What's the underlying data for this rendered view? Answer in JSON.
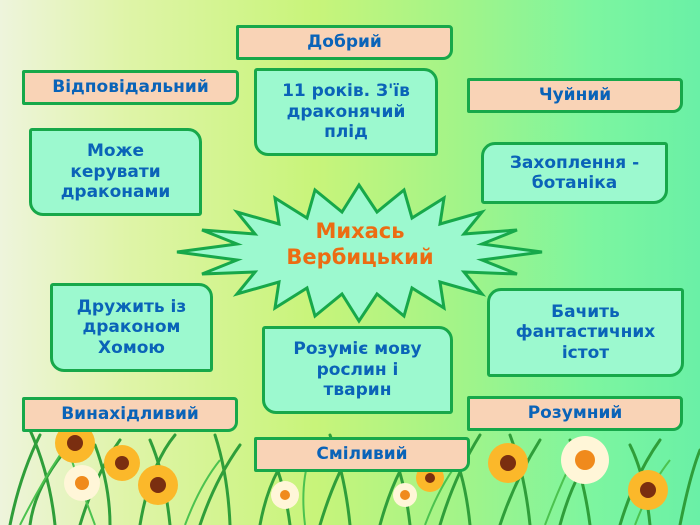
{
  "center": {
    "name_line1": "Михась",
    "name_line2": "Вербицький"
  },
  "traits": [
    {
      "id": "dobryi",
      "label": "Добрий"
    },
    {
      "id": "vidpovidalnyi",
      "label": "Відповідальний"
    },
    {
      "id": "chuinyi",
      "label": "Чуйний"
    },
    {
      "id": "vynakhidlyvyi",
      "label": "Винахідливий"
    },
    {
      "id": "rozumnyi",
      "label": "Розумний"
    },
    {
      "id": "smilyvyi",
      "label": "Сміливий"
    }
  ],
  "facts": [
    {
      "id": "age",
      "lines": [
        "11 років. З'їв",
        "драконячий",
        "плід"
      ]
    },
    {
      "id": "control",
      "lines": [
        "Може",
        "керувати",
        "драконами"
      ]
    },
    {
      "id": "hobby",
      "lines": [
        "Захоплення -",
        "ботаніка"
      ]
    },
    {
      "id": "friend",
      "lines": [
        "Дружить із",
        "драконом",
        "Хомою"
      ]
    },
    {
      "id": "sees",
      "lines": [
        "Бачить",
        "фантастичних",
        "істот"
      ]
    },
    {
      "id": "language",
      "lines": [
        "Розуміє мову",
        "рослин і",
        "тварин"
      ]
    }
  ],
  "colors": {
    "box_border": "#17a84a",
    "trait_fill": "#f9d3b6",
    "fact_fill": "#9cf9cf",
    "text_blue": "#0a63b8",
    "center_orange": "#ec6c12"
  }
}
